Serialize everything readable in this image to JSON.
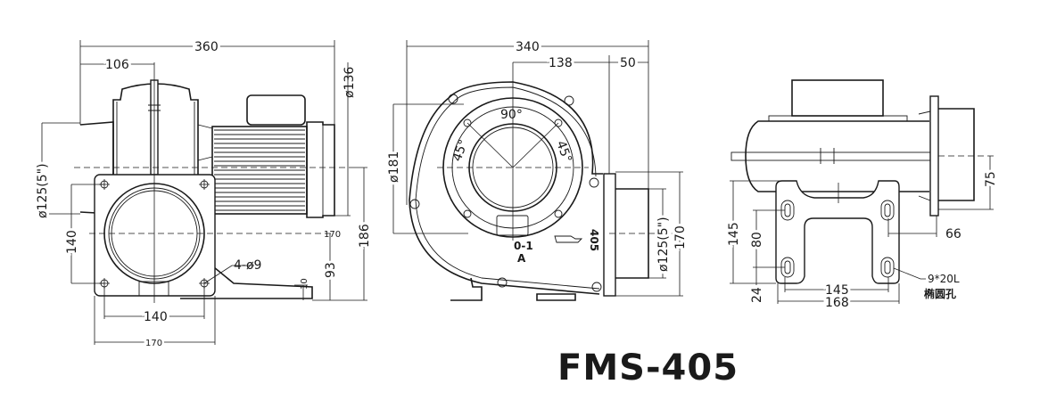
{
  "title": "FMS-405",
  "side_view": {
    "dim_overall_length": "360",
    "dim_inlet_to_center": "106",
    "dim_motor_diameter": "ø136",
    "dim_inlet_diameter": "ø125(5\")",
    "dim_flange_hole_vertical": "140",
    "dim_flange_hole_horizontal": "140",
    "dim_flange_width": "170",
    "dim_center_height_ref": "170",
    "dim_overall_height": "186",
    "dim_center_height": "93",
    "dim_base_thickness": "10",
    "hole_callout": "4-ø9"
  },
  "front_view": {
    "dim_overall_width": "340",
    "dim_center_to_outlet": "138",
    "dim_outlet_length": "50",
    "dim_ring_diameter": "ø181",
    "angle_top": "90°",
    "angle_left": "45°",
    "angle_right": "45°",
    "dim_outlet_diameter": "ø125(5\")",
    "dim_outlet_flange": "170",
    "marking_code": "0-1",
    "marking_letter": "A",
    "marking_model": "405"
  },
  "bracket_view": {
    "dim_shaft_height": "75",
    "dim_outlet_offset": "66",
    "dim_bracket_height": "145",
    "dim_slot_spacing_vertical": "80",
    "dim_slot_bottom": "24",
    "dim_slot_spacing_horizontal": "145",
    "dim_bracket_width": "168",
    "slot_callout": "9*20L",
    "slot_note": "椭圆孔"
  }
}
